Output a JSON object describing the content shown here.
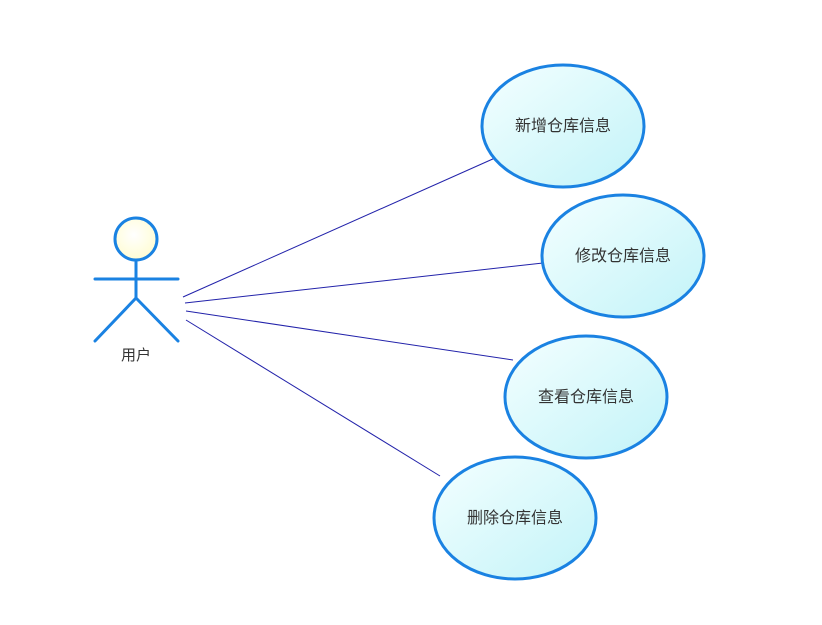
{
  "colors": {
    "association_line": "#2222aa",
    "usecase_stroke": "#1a82e2",
    "usecase_fill_light": "#f4ffff",
    "usecase_fill_dark": "#c2f3f8",
    "actor_stroke": "#1a82e2",
    "actor_head_fill": "#fffccc",
    "text": "#333333"
  },
  "actor": {
    "label": "用户",
    "icon": "stick-figure-actor-icon"
  },
  "use_cases": [
    {
      "id": "add",
      "label": "新增仓库信息"
    },
    {
      "id": "edit",
      "label": "修改仓库信息"
    },
    {
      "id": "view",
      "label": "查看仓库信息"
    },
    {
      "id": "delete",
      "label": "删除仓库信息"
    }
  ]
}
